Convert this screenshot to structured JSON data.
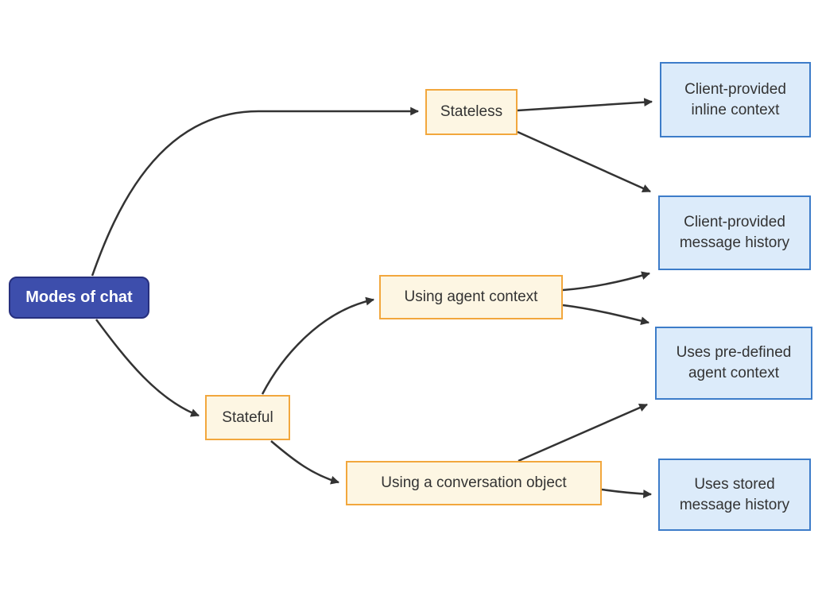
{
  "diagram": {
    "type": "flowchart",
    "direction": "left-to-right",
    "nodes": {
      "modes": {
        "label": "Modes of chat",
        "role": "root"
      },
      "stateless": {
        "label": "Stateless",
        "role": "branch"
      },
      "stateful": {
        "label": "Stateful",
        "role": "branch"
      },
      "agent_context": {
        "label": "Using agent context",
        "role": "branch"
      },
      "conversation_object": {
        "label": "Using a conversation object",
        "role": "branch"
      },
      "inline_context": {
        "label": "Client-provided inline context",
        "role": "outcome"
      },
      "message_history": {
        "label": "Client-provided message history",
        "role": "outcome"
      },
      "predefined_context": {
        "label": "Uses pre-defined agent context",
        "role": "outcome"
      },
      "stored_history": {
        "label": "Uses stored message history",
        "role": "outcome"
      }
    },
    "edges": [
      {
        "from": "modes",
        "to": "stateless"
      },
      {
        "from": "modes",
        "to": "stateful"
      },
      {
        "from": "stateless",
        "to": "inline_context"
      },
      {
        "from": "stateless",
        "to": "message_history"
      },
      {
        "from": "stateful",
        "to": "agent_context"
      },
      {
        "from": "stateful",
        "to": "conversation_object"
      },
      {
        "from": "agent_context",
        "to": "message_history"
      },
      {
        "from": "agent_context",
        "to": "predefined_context"
      },
      {
        "from": "conversation_object",
        "to": "predefined_context"
      },
      {
        "from": "conversation_object",
        "to": "stored_history"
      }
    ],
    "colors": {
      "root_fill": "#3D4EAC",
      "root_border": "#27307E",
      "root_text": "#FFFFFF",
      "branch_fill": "#FDF6E3",
      "branch_border": "#F2A73D",
      "outcome_fill": "#DCEBFA",
      "outcome_border": "#3D7CC9",
      "edge_stroke": "#333333",
      "node_text": "#333333",
      "background": "#FFFFFF"
    }
  }
}
